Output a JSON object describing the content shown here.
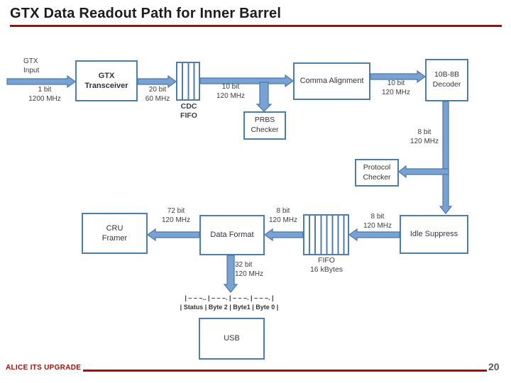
{
  "colors": {
    "accent_red": "#a50d0d",
    "box_border": "#4f7ca9",
    "arrow_fill": "#78a2d2",
    "arrow_stroke": "#4877ad",
    "page_number_gray": "#595959"
  },
  "slide": {
    "title": "GTX Data Readout Path for Inner Barrel",
    "footer": "ALICE ITS UPGRADE",
    "page_number": "20"
  },
  "blocks": {
    "gtx_transceiver": "GTX\nTransceiver",
    "cdc_fifo": "CDC\nFIFO",
    "comma_alignment": "Comma Alignment",
    "decoder_10b8b": "10B-8B\nDecoder",
    "prbs_checker": "PRBS\nChecker",
    "protocol_checker": "Protocol\nChecker",
    "cru_framer": "CRU\nFramer",
    "data_format": "Data Format",
    "fifo_16k": "FIFO\n16 kBytes",
    "idle_suppress": "Idle Suppress",
    "usb": "USB"
  },
  "labels": {
    "gtx_input": "GTX\nInput",
    "rate_input": "1 bit\n1200 MHz",
    "rate_transceiver_out": "20 bit\n60 MHz",
    "rate_cdc_out": "10 bit\n120 MHz",
    "rate_comma_out": "10 bit\n120 MHz",
    "rate_decoder_out": "8 bit\n120 MHz",
    "rate_idle_out": "8 bit\n120 MHz",
    "rate_fifo_out": "8 bit\n120 MHz",
    "rate_dataformat_out": "72 bit\n120 MHz",
    "rate_usb_path": "32 bit\n120 MHz",
    "byte_frame_dashes": "| – – –.. | – – –. | – – –. | – – –. |",
    "byte_frame_fields": "| Status | Byte 2 | Byte1 | Byte 0 |"
  }
}
